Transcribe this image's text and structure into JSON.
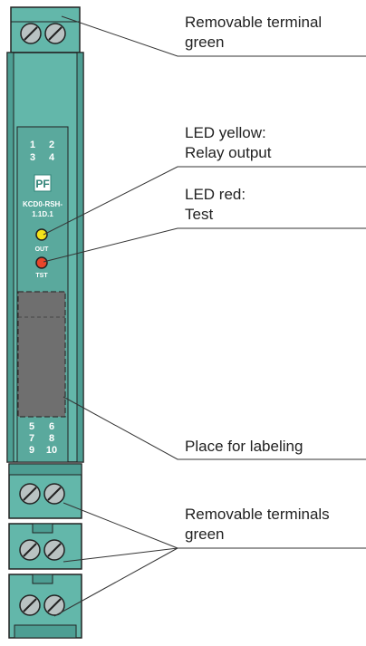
{
  "device": {
    "top_terminals": [
      "1",
      "2",
      "3",
      "4"
    ],
    "bottom_terminals": [
      "5",
      "6",
      "7",
      "8",
      "9",
      "10"
    ],
    "logo_text": "PF",
    "model_line1": "KCD0-RSH-",
    "model_line2": "1.1D.1",
    "led_out_label": "OUT",
    "led_tst_label": "TST",
    "colors": {
      "housing": "#63b7aa",
      "housing_dark": "#3e8f84",
      "label_window": "#6f6f6f",
      "led_yellow": "#f3e21a",
      "led_red": "#e8452a"
    }
  },
  "labels": {
    "removable_terminal_line1": "Removable terminal",
    "removable_terminal_line2": "green",
    "led_yellow_line1": "LED yellow:",
    "led_yellow_line2": "Relay output",
    "led_red_line1": "LED red:",
    "led_red_line2": "Test",
    "place_for_labeling": "Place for labeling",
    "removable_terminals_line1": "Removable terminals",
    "removable_terminals_line2": "green"
  }
}
